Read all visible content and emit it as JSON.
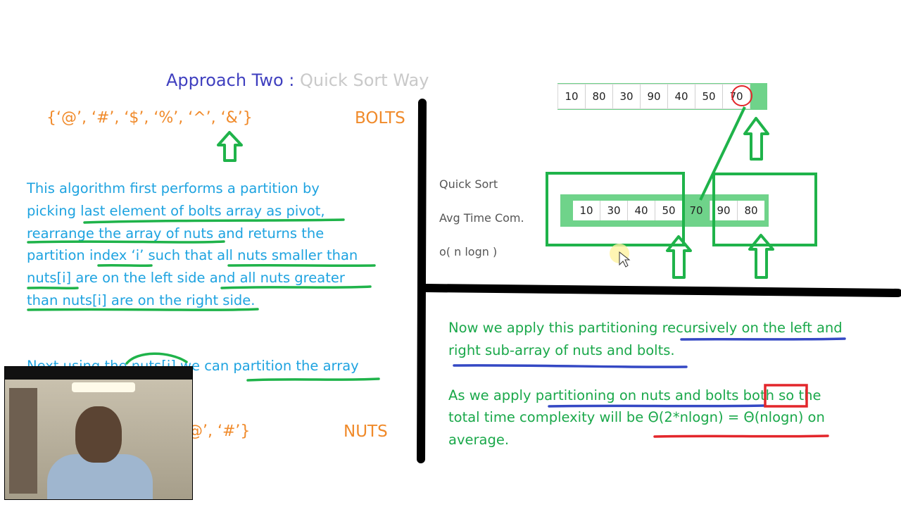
{
  "title": {
    "part1": "Approach Two :",
    "part2": "Quick Sort Way"
  },
  "bolts": {
    "set": "{‘@’, ‘#’, ‘$’, ‘%’, ‘^’, ‘&’}",
    "label": "BOLTS"
  },
  "nuts": {
    "set_partial": "@’, ‘#’}",
    "label": "NUTS"
  },
  "description": {
    "lines": [
      "This algorithm first performs a partition by",
      "picking last element of bolts array as pivot,",
      "rearrange the array of nuts and returns the",
      "partition index ‘i’ such that all nuts smaller than",
      "nuts[i] are on the left side and all nuts greater",
      "than nuts[i] are on the right side."
    ],
    "next_line": "Next using the nuts[i] we can partition the array"
  },
  "quick_sort": {
    "label": "Quick Sort",
    "avg_label": "Avg Time Com.",
    "complexity": "o( n logn )"
  },
  "array_top": [
    "10",
    "80",
    "30",
    "90",
    "40",
    "50",
    "70"
  ],
  "array_bottom": [
    "10",
    "30",
    "40",
    "50",
    "70",
    "90",
    "80"
  ],
  "recursive_text": {
    "line1": "Now we apply this partitioning recursively on the left and",
    "line2": "right sub-array of nuts and bolts."
  },
  "complexity_text": {
    "line1": "As we apply partitioning on nuts and bolts both so the",
    "line2": "total time complexity will be Θ(2*nlogn) = Θ(nlogn) on",
    "line3": "average."
  },
  "colors": {
    "pen_green": "#1fb34a",
    "pen_blue": "#3448c4",
    "pen_red": "#e3262b",
    "text_blue": "#1ea3e0",
    "text_orange": "#f08a2a"
  }
}
